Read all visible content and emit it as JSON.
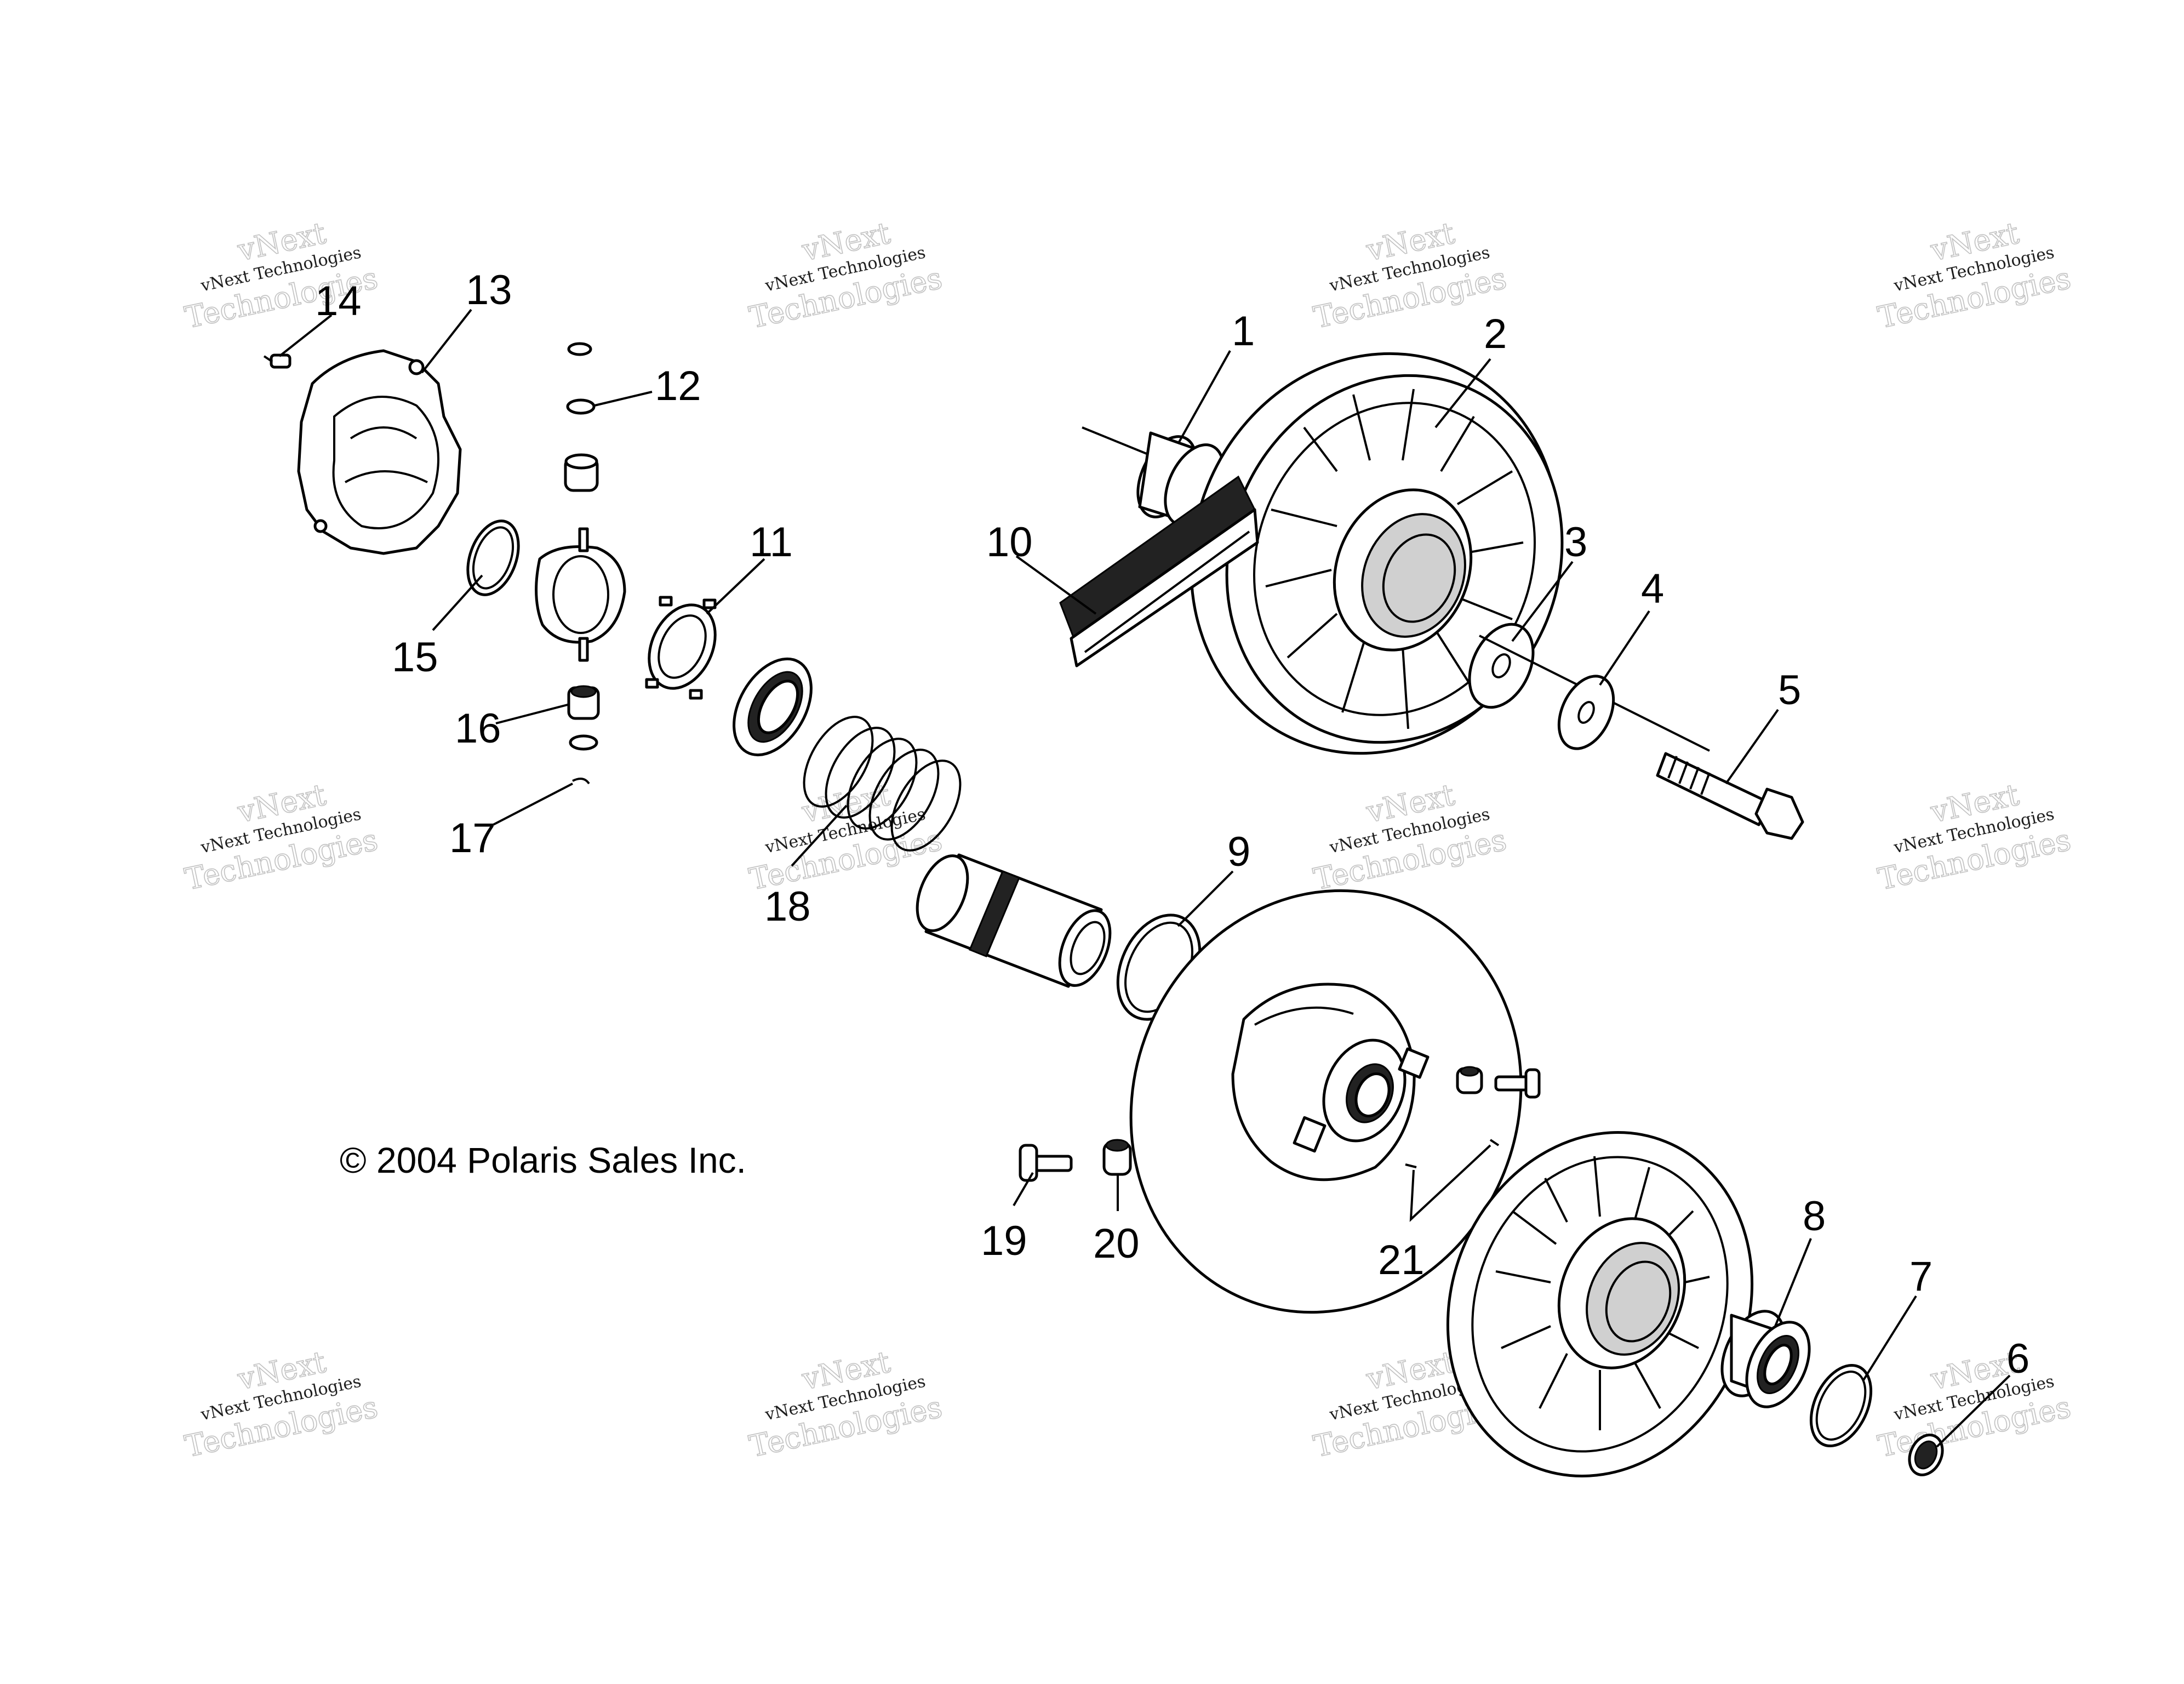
{
  "callouts": [
    "1",
    "2",
    "3",
    "4",
    "5",
    "6",
    "7",
    "8",
    "9",
    "10",
    "11",
    "12",
    "13",
    "14",
    "15",
    "16",
    "17",
    "18",
    "19",
    "20",
    "21"
  ],
  "copyright": "© 2004 Polaris Sales Inc.",
  "watermark": {
    "line1": "vNext",
    "line2": "vNext Technologies",
    "line3": "Technologies"
  }
}
